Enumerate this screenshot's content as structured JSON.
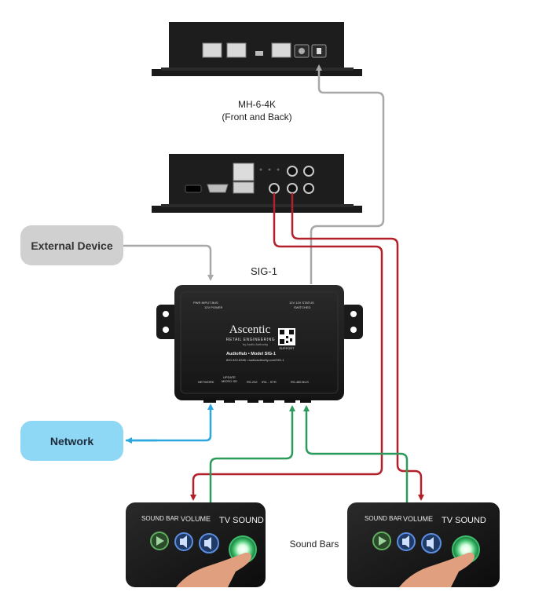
{
  "mh_label": {
    "model": "MH-6-4K",
    "note": "(Front and Back)"
  },
  "sig_label": "SIG-1",
  "external_device": {
    "label": "External Device"
  },
  "network": {
    "label": "Network"
  },
  "sound_bars_label": "Sound Bars",
  "sig_box": {
    "brand": "Ascentic",
    "tagline": "RETAIL ENGINEERING",
    "byline": "by Audio Authority",
    "model_line": "AudioHub • Model SIG-1",
    "support_line": "800-322-8346 • audioauthority.com/SIG-1",
    "qr_caption": "SUPPORT",
    "top_left_ports": "PWR   INPUT   BUS",
    "top_left_sub": "12V POWER",
    "top_right_ports": "12V   12V   STATUS",
    "top_right_sub": "SWITCHED",
    "bottom_ports": [
      "NETWORK",
      "UPDATE MICRO SD",
      "RS-232",
      "IR/L - STR",
      "RS-485 BUS"
    ]
  },
  "panel": {
    "col1": "SOUND BAR",
    "col2": "VOLUME",
    "col3": "TV SOUND"
  },
  "colors": {
    "gray_cable": "#a8a8a8",
    "red_cable": "#b3202a",
    "green_cable": "#2c9a5a",
    "blue_cable": "#2aa7e0",
    "external_fill": "#d0d0d0",
    "network_fill": "#8fd8f5",
    "device_body": "#1d1d1d"
  },
  "icons": [
    "play-icon",
    "volume-down-icon",
    "volume-up-icon",
    "tv-sound-icon",
    "finger-icon"
  ]
}
